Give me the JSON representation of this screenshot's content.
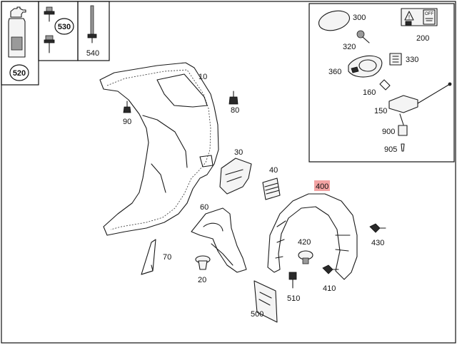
{
  "callouts": {
    "c10": "10",
    "c20": "20",
    "c30": "30",
    "c40": "40",
    "c60": "60",
    "c70": "70",
    "c80": "80",
    "c90": "90",
    "c150": "150",
    "c160": "160",
    "c200": "200",
    "c300": "300",
    "c320": "320",
    "c330": "330",
    "c360": "360",
    "c400": "400",
    "c410": "410",
    "c420": "420",
    "c430": "430",
    "c500": "500",
    "c510": "510",
    "c520": "520",
    "c530": "530",
    "c540": "540",
    "c900": "900",
    "c905": "905"
  },
  "label_200_text": "OFF",
  "highlight_color": "#f3a3a3"
}
